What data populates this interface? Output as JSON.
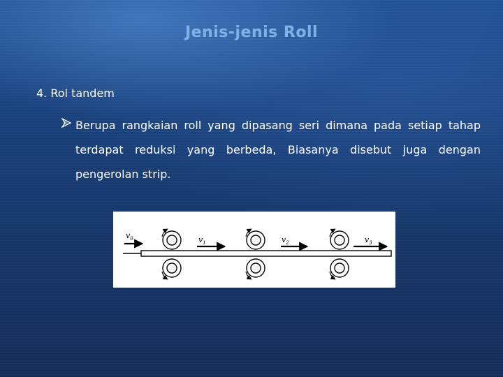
{
  "slide": {
    "title": "Jenis-jenis Roll",
    "heading": "4. Rol tandem",
    "bullet": "Berupa rangkaian roll yang dipasang seri dimana pada setiap tahap terdapat reduksi yang berbeda, Biasanya disebut juga dengan pengerolan strip."
  },
  "figure": {
    "velocities": [
      {
        "symbol": "v",
        "sub": "0"
      },
      {
        "symbol": "v",
        "sub": "1"
      },
      {
        "symbol": "v",
        "sub": "2"
      },
      {
        "symbol": "v",
        "sub": "3"
      }
    ],
    "stands": 3
  },
  "colors": {
    "title": "#7fb2e6",
    "text": "#ffffff",
    "background": "#183f7a"
  }
}
